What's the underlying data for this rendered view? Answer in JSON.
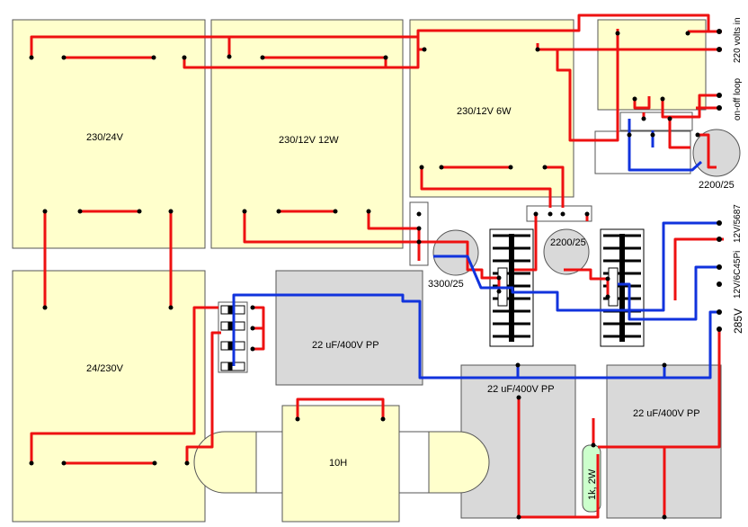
{
  "colors": {
    "transformer_fill": "#ffffcc",
    "capacitor_fill": "#d9d9d9",
    "resistor_fill": "#ccffcc",
    "wire_red": "#ee1111",
    "wire_blue": "#1133dd",
    "dot": "#000000"
  },
  "components": {
    "tr_230_24": "230/24V",
    "tr_230_12_12w": "230/12V 12W",
    "tr_230_12_6w": "230/12V  6W",
    "tr_24_230": "24/230V",
    "cap_pp_1": "22 uF/400V PP",
    "cap_pp_2": "22 uF/400V PP",
    "cap_pp_3": "22 uF/400V PP",
    "choke": "10H",
    "elco_left": "3300/25",
    "elco_mid": "2200/25",
    "elco_right": "2200/25",
    "resistor": "1k, 2W"
  },
  "terminals": {
    "mains_in": "220 volts in",
    "switch_loop": "on-off loop",
    "heater_1": "12V/5687",
    "heater_2": "12V/6C45Pi",
    "hv_out": "285V"
  }
}
